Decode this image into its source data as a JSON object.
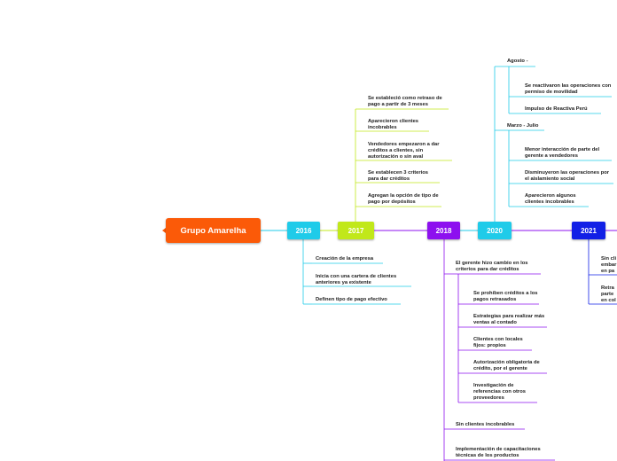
{
  "root": {
    "label": "Grupo Amarelha",
    "color": "#fb5a08"
  },
  "years": [
    {
      "id": "2016",
      "label": "2016",
      "color": "#1fcbe9"
    },
    {
      "id": "2017",
      "label": "2017",
      "color": "#c1e81a"
    },
    {
      "id": "2018",
      "label": "2018",
      "color": "#8d10ef"
    },
    {
      "id": "2020",
      "label": "2020",
      "color": "#1fcbe9"
    },
    {
      "id": "2021",
      "label": "2021",
      "color": "#1220e6"
    }
  ],
  "topics": {
    "y2016": [
      "Creación de la empresa",
      "Inicia con una cartera de clientes anteriores ya existente",
      "Definen tipo de pago efectivo"
    ],
    "y2017": [
      "Se estableció como retraso de pago a partir de 3 meses",
      "Aparecieron clientes incobrables",
      "Vendedores empezaron a dar créditos a clientes, sin autorización o sin aval",
      "Se establecen 3 criterios para dar créditos",
      "Agregan la opción de tipo de pago por depósitos"
    ],
    "y2018": [
      "El gerente hizo cambio en los criterios para dar créditos",
      "Sin clientes incobrables",
      "Implementación de capacitaciones técnicas de los productos"
    ],
    "y2018_sub": [
      "Se prohíben créditos a los pagos retrasados",
      "Estrategias para realizar más ventas al contado",
      "Clientes con locales fijos: propios",
      "Autorización obligatoria de crédito, por el gerente",
      "Investigación de referencias con otros proveedores"
    ],
    "y2020": [
      "Agosto -",
      "Marzo - Julio"
    ],
    "y2020_agosto": [
      "Se reactivaron las operaciones con permiso de movilidad",
      "Impulso de Reactiva Perú"
    ],
    "y2020_marzo": [
      "Menor interacción de parte del gerente a vendedores",
      "Disminuyeron las operaciones por el aislamiento social",
      "Aparecieron algunos clientes incobrables"
    ],
    "y2021": [
      "Sin cli embar en pa",
      "Retra parte en col"
    ]
  }
}
